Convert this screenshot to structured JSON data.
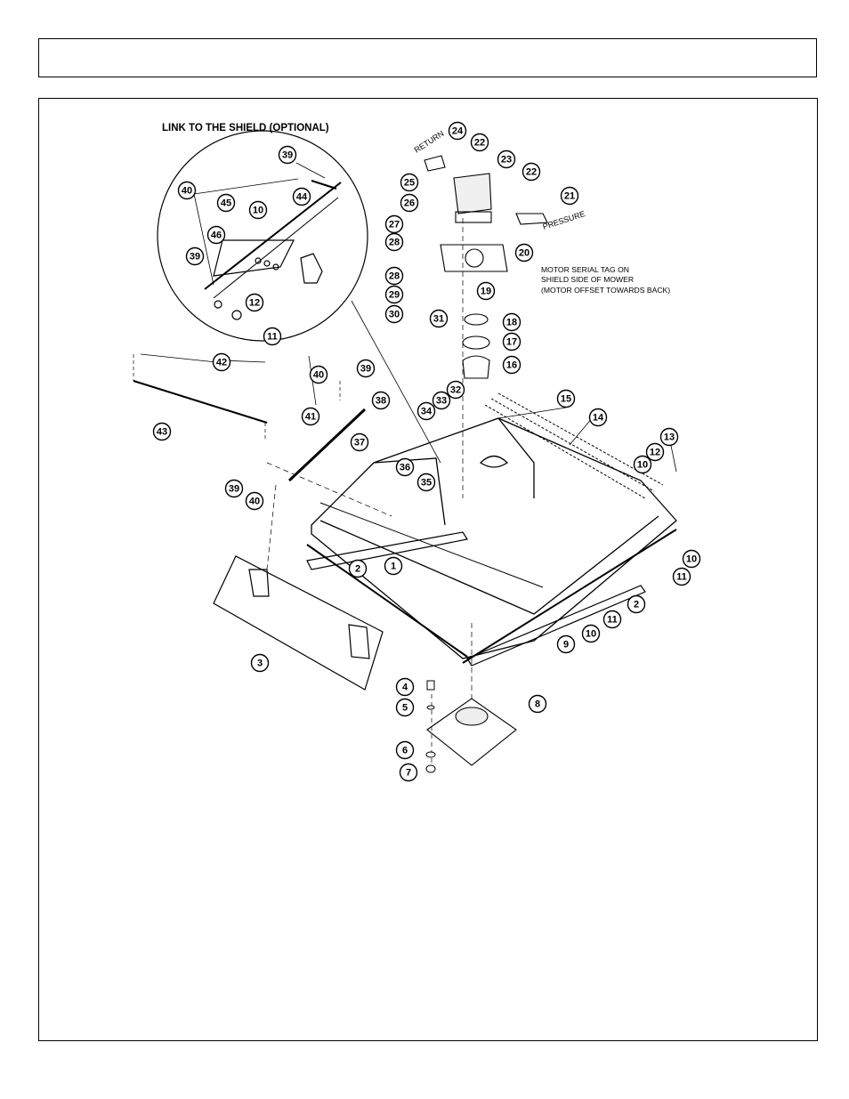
{
  "header": {
    "title": ""
  },
  "diagram": {
    "inset_title": "LINK TO THE SHIELD (OPTIONAL)",
    "return_label": "RETURN",
    "pressure_label": "PRESSURE",
    "note_lines": [
      "MOTOR SERIAL TAG ON",
      "SHIELD SIDE OF MOWER",
      "(MOTOR OFFSET TOWARDS BACK)"
    ],
    "callouts": [
      {
        "n": "39"
      },
      {
        "n": "40"
      },
      {
        "n": "45"
      },
      {
        "n": "10"
      },
      {
        "n": "44"
      },
      {
        "n": "46"
      },
      {
        "n": "39"
      },
      {
        "n": "12"
      },
      {
        "n": "11"
      },
      {
        "n": "24"
      },
      {
        "n": "22"
      },
      {
        "n": "23"
      },
      {
        "n": "22"
      },
      {
        "n": "21"
      },
      {
        "n": "25"
      },
      {
        "n": "26"
      },
      {
        "n": "27"
      },
      {
        "n": "28"
      },
      {
        "n": "20"
      },
      {
        "n": "28"
      },
      {
        "n": "29"
      },
      {
        "n": "30"
      },
      {
        "n": "19"
      },
      {
        "n": "31"
      },
      {
        "n": "18"
      },
      {
        "n": "17"
      },
      {
        "n": "16"
      },
      {
        "n": "42"
      },
      {
        "n": "43"
      },
      {
        "n": "40"
      },
      {
        "n": "39"
      },
      {
        "n": "38"
      },
      {
        "n": "41"
      },
      {
        "n": "37"
      },
      {
        "n": "39"
      },
      {
        "n": "40"
      },
      {
        "n": "32"
      },
      {
        "n": "33"
      },
      {
        "n": "34"
      },
      {
        "n": "36"
      },
      {
        "n": "35"
      },
      {
        "n": "15"
      },
      {
        "n": "14"
      },
      {
        "n": "13"
      },
      {
        "n": "12"
      },
      {
        "n": "10"
      },
      {
        "n": "2"
      },
      {
        "n": "1"
      },
      {
        "n": "10"
      },
      {
        "n": "11"
      },
      {
        "n": "2"
      },
      {
        "n": "11"
      },
      {
        "n": "10"
      },
      {
        "n": "9"
      },
      {
        "n": "3"
      },
      {
        "n": "4"
      },
      {
        "n": "5"
      },
      {
        "n": "8"
      },
      {
        "n": "6"
      },
      {
        "n": "7"
      }
    ]
  }
}
